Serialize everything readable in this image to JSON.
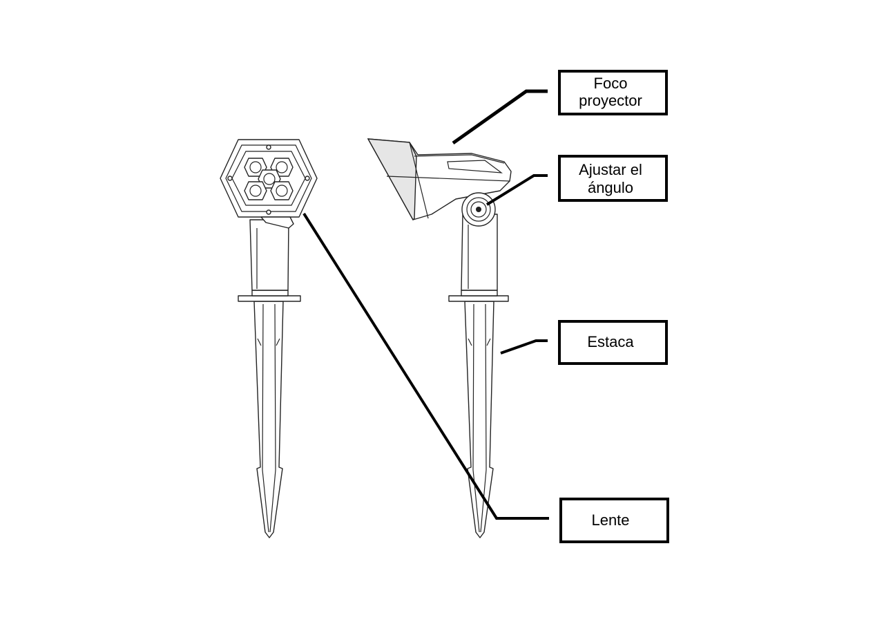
{
  "labels": {
    "spotlight": [
      "Foco",
      "proyector"
    ],
    "angle": [
      "Ajustar el",
      "ángulo"
    ],
    "stake": [
      "Estaca"
    ],
    "lens": [
      "Lente"
    ]
  },
  "colors": {
    "line": "#000000",
    "background": "#ffffff"
  }
}
